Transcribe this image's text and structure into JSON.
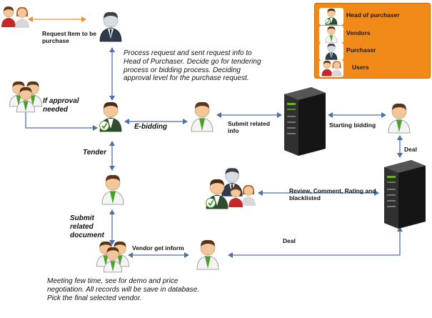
{
  "legend": {
    "items": [
      {
        "label": "Head of purchaser",
        "icon": "head-of-purchaser-icon"
      },
      {
        "label": "Vendors",
        "icon": "vendor-icon"
      },
      {
        "label": "Purchaser",
        "icon": "purchaser-icon"
      },
      {
        "label": "Users",
        "icon": "users-icon"
      }
    ],
    "background": "#f28a1a"
  },
  "labels": {
    "request_item": "Request Item to be purchase",
    "process_request": "Process request and sent request info to Head of Purchaser. Decide go for tendering process or bidding process. Deciding approval  level for the purchase request.",
    "if_approval": "If approval needed",
    "e_bidding": "E-bidding",
    "submit_related_info": "Submit related info",
    "starting_bidding": "Starting bidding",
    "tender": "Tender",
    "deal_right": "Deal",
    "review_comment": "Review, Comment, Rating and blacklisted",
    "submit_related_document": "Submit related document",
    "vendor_get_inform": "Vendor get inform",
    "deal_bottom": "Deal",
    "meeting": "Meeting few time, see for demo and price negotiation. All records will be save in database. Pick the final selected vendor."
  },
  "colors": {
    "arrow": "#4f6fa8",
    "arrow_orange": "#f0902a",
    "vendor_shirt": "#ffffff",
    "tie": "#4aa02c",
    "server": "#1c1c1c",
    "server_accent": "#6fb02a"
  }
}
